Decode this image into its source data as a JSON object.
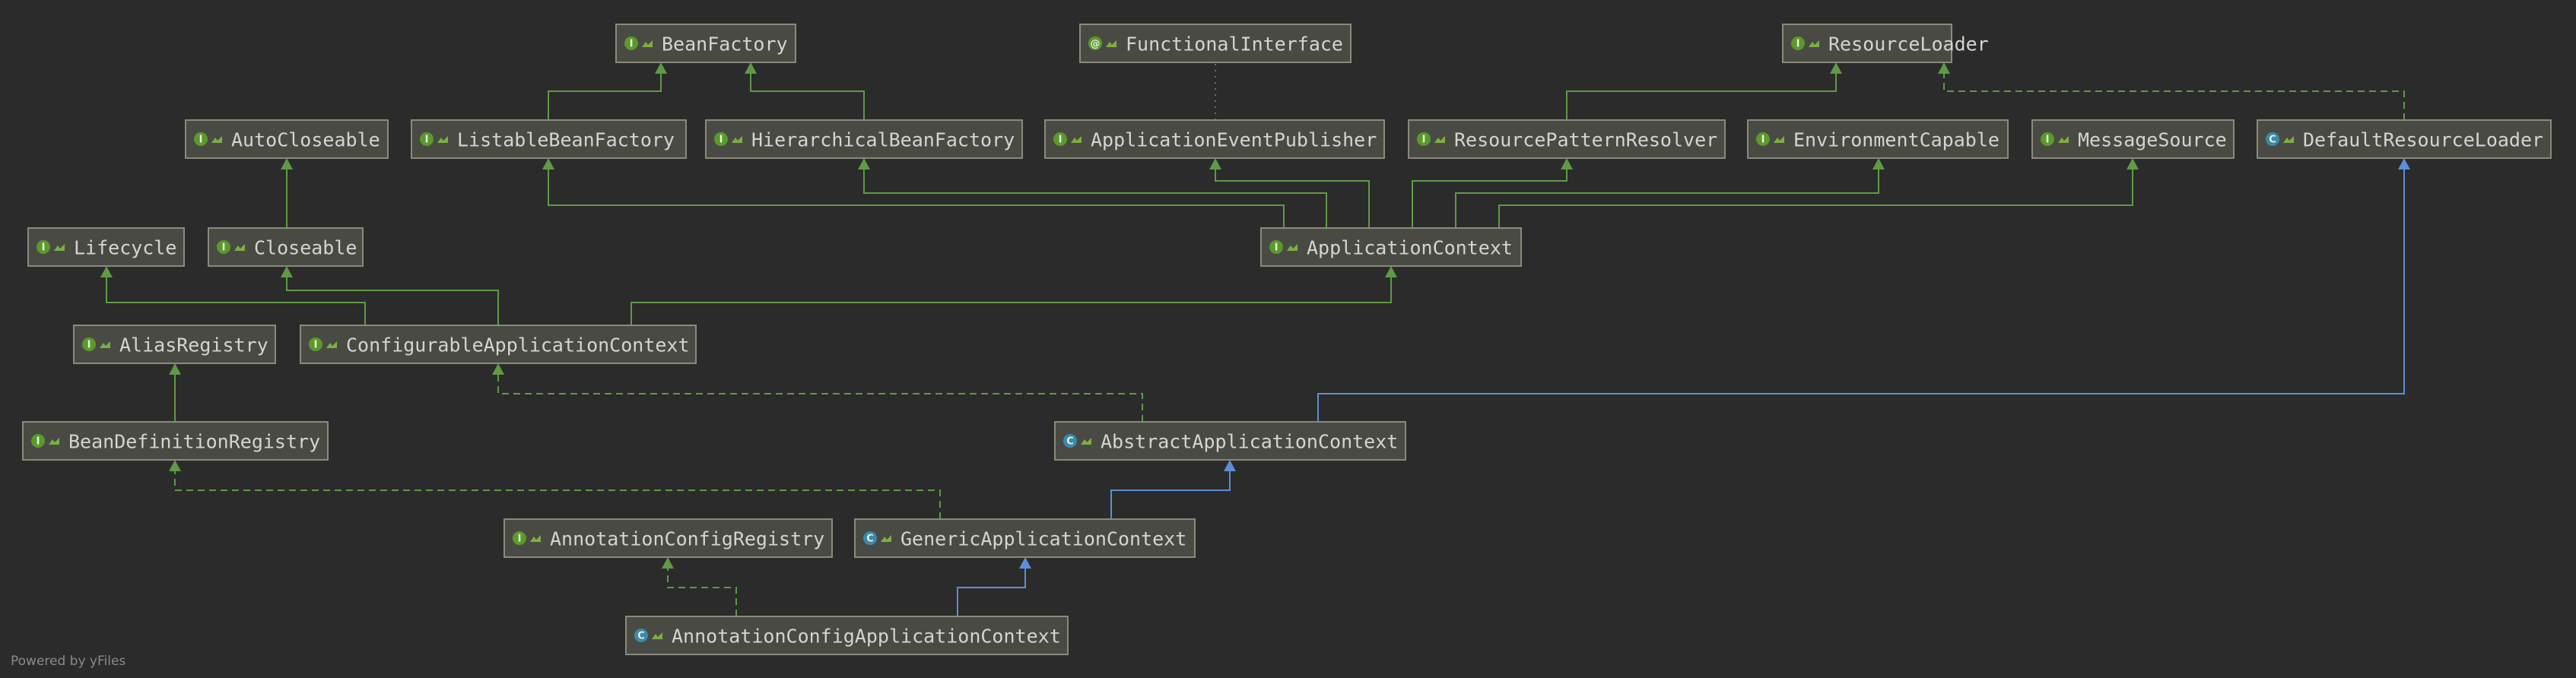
{
  "footer": "Powered by yFiles",
  "colors": {
    "background": "#2b2b2b",
    "interface_badge": "#5a9a2a",
    "class_badge": "#3a8aa8",
    "inheritance_edge": "#5f9a45",
    "class_inheritance_edge": "#5b8fd6"
  },
  "nodes": [
    {
      "id": "BeanFactory",
      "label": "BeanFactory",
      "kind": "interface",
      "badge": "I"
    },
    {
      "id": "FunctionalInterface",
      "label": "FunctionalInterface",
      "kind": "annotation",
      "badge": "@"
    },
    {
      "id": "ResourceLoader",
      "label": "ResourceLoader",
      "kind": "interface",
      "badge": "I"
    },
    {
      "id": "AutoCloseable",
      "label": "AutoCloseable",
      "kind": "interface",
      "badge": "I"
    },
    {
      "id": "ListableBeanFactory",
      "label": "ListableBeanFactory",
      "kind": "interface",
      "badge": "I"
    },
    {
      "id": "HierarchicalBeanFactory",
      "label": "HierarchicalBeanFactory",
      "kind": "interface",
      "badge": "I"
    },
    {
      "id": "ApplicationEventPublisher",
      "label": "ApplicationEventPublisher",
      "kind": "interface",
      "badge": "I"
    },
    {
      "id": "ResourcePatternResolver",
      "label": "ResourcePatternResolver",
      "kind": "interface",
      "badge": "I"
    },
    {
      "id": "EnvironmentCapable",
      "label": "EnvironmentCapable",
      "kind": "interface",
      "badge": "I"
    },
    {
      "id": "MessageSource",
      "label": "MessageSource",
      "kind": "interface",
      "badge": "I"
    },
    {
      "id": "DefaultResourceLoader",
      "label": "DefaultResourceLoader",
      "kind": "class",
      "badge": "C"
    },
    {
      "id": "Lifecycle",
      "label": "Lifecycle",
      "kind": "interface",
      "badge": "I"
    },
    {
      "id": "Closeable",
      "label": "Closeable",
      "kind": "interface",
      "badge": "I"
    },
    {
      "id": "ApplicationContext",
      "label": "ApplicationContext",
      "kind": "interface",
      "badge": "I"
    },
    {
      "id": "AliasRegistry",
      "label": "AliasRegistry",
      "kind": "interface",
      "badge": "I"
    },
    {
      "id": "ConfigurableApplicationContext",
      "label": "ConfigurableApplicationContext",
      "kind": "interface",
      "badge": "I"
    },
    {
      "id": "BeanDefinitionRegistry",
      "label": "BeanDefinitionRegistry",
      "kind": "interface",
      "badge": "I"
    },
    {
      "id": "AbstractApplicationContext",
      "label": "AbstractApplicationContext",
      "kind": "class",
      "badge": "C"
    },
    {
      "id": "AnnotationConfigRegistry",
      "label": "AnnotationConfigRegistry",
      "kind": "interface",
      "badge": "I"
    },
    {
      "id": "GenericApplicationContext",
      "label": "GenericApplicationContext",
      "kind": "class",
      "badge": "C"
    },
    {
      "id": "AnnotationConfigApplicationContext",
      "label": "AnnotationConfigApplicationContext",
      "kind": "class",
      "badge": "C"
    }
  ],
  "edges": [
    {
      "from": "ListableBeanFactory",
      "to": "BeanFactory",
      "type": "extends"
    },
    {
      "from": "HierarchicalBeanFactory",
      "to": "BeanFactory",
      "type": "extends"
    },
    {
      "from": "ApplicationEventPublisher",
      "to": "FunctionalInterface",
      "type": "annotated"
    },
    {
      "from": "ResourcePatternResolver",
      "to": "ResourceLoader",
      "type": "extends"
    },
    {
      "from": "DefaultResourceLoader",
      "to": "ResourceLoader",
      "type": "implements"
    },
    {
      "from": "Closeable",
      "to": "AutoCloseable",
      "type": "extends"
    },
    {
      "from": "ApplicationContext",
      "to": "ListableBeanFactory",
      "type": "extends"
    },
    {
      "from": "ApplicationContext",
      "to": "HierarchicalBeanFactory",
      "type": "extends"
    },
    {
      "from": "ApplicationContext",
      "to": "ApplicationEventPublisher",
      "type": "extends"
    },
    {
      "from": "ApplicationContext",
      "to": "ResourcePatternResolver",
      "type": "extends"
    },
    {
      "from": "ApplicationContext",
      "to": "EnvironmentCapable",
      "type": "extends"
    },
    {
      "from": "ApplicationContext",
      "to": "MessageSource",
      "type": "extends"
    },
    {
      "from": "ConfigurableApplicationContext",
      "to": "Lifecycle",
      "type": "extends"
    },
    {
      "from": "ConfigurableApplicationContext",
      "to": "Closeable",
      "type": "extends"
    },
    {
      "from": "ConfigurableApplicationContext",
      "to": "ApplicationContext",
      "type": "extends"
    },
    {
      "from": "BeanDefinitionRegistry",
      "to": "AliasRegistry",
      "type": "extends"
    },
    {
      "from": "AbstractApplicationContext",
      "to": "ConfigurableApplicationContext",
      "type": "implements"
    },
    {
      "from": "AbstractApplicationContext",
      "to": "DefaultResourceLoader",
      "type": "class-extends"
    },
    {
      "from": "GenericApplicationContext",
      "to": "AbstractApplicationContext",
      "type": "class-extends"
    },
    {
      "from": "GenericApplicationContext",
      "to": "BeanDefinitionRegistry",
      "type": "implements"
    },
    {
      "from": "AnnotationConfigApplicationContext",
      "to": "GenericApplicationContext",
      "type": "class-extends"
    },
    {
      "from": "AnnotationConfigApplicationContext",
      "to": "AnnotationConfigRegistry",
      "type": "implements"
    }
  ]
}
